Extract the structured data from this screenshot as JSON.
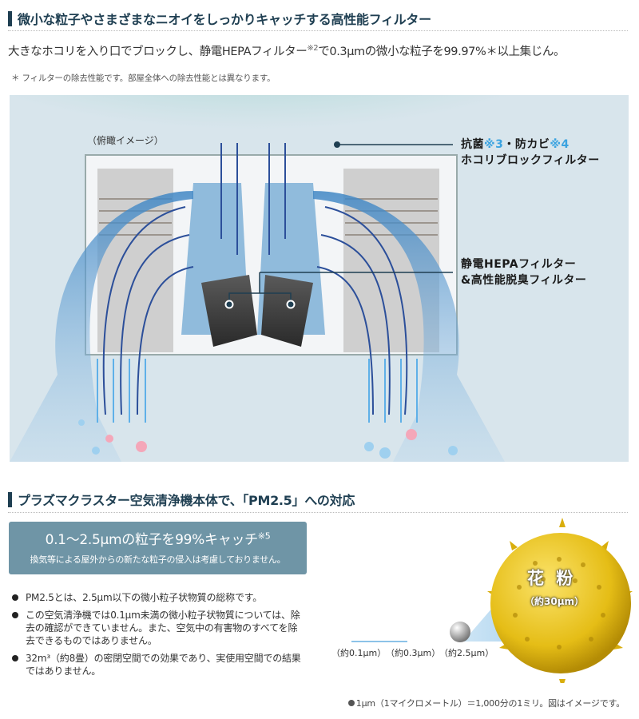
{
  "section1": {
    "heading": "微小な粒子やさまざまなニオイをしっかりキャッチする高性能フィルター",
    "lead_before": "大きなホコリを入り口でブロックし、静電HEPAフィルター",
    "lead_sup": "※2",
    "lead_after": "で0.3μmの微小な粒子を99.97%＊以上集じん。",
    "note": "＊ フィルターの除去性能です。部屋全体への除去性能とは異なります。",
    "diagram": {
      "caption": "（俯瞰イメージ）",
      "label_top_line1_a": "抗菌",
      "label_top_ref1": "※3",
      "label_top_line1_b": "・防カビ",
      "label_top_ref2": "※4",
      "label_top_line2": "ホコリブロックフィルター",
      "label_hepa_line1": "静電HEPAフィルター",
      "label_hepa_line2": "&高性能脱臭フィルター",
      "colors": {
        "background": "#d8e5ec",
        "airflow": "#4a90c8",
        "intake": "#5fbfb0",
        "filter": "#3a3a3a",
        "ref": "#3ba3e0"
      }
    }
  },
  "section2": {
    "heading": "プラズマクラスター空気清浄機本体で、「PM2.5」への対応",
    "banner": {
      "main": "0.1～2.5μmの粒子を99%キャッチ",
      "main_sup": "※5",
      "sub": "換気等による屋外からの新たな粒子の侵入は考慮しておりません。",
      "color": "#6f95a6"
    },
    "bullets": [
      "PM2.5とは、2.5μm以下の微小粒子状物質の総称です。",
      "この空気清浄機では0.1μm未満の微小粒子状物質については、除去の確認ができていません。また、空気中の有害物のすべてを除去できるものではありません。",
      "32m³（約8畳）の密閉空間での効果であり、実使用空間での結果ではありません。"
    ],
    "size_chart": {
      "labels": [
        "（約0.1μm）",
        "（約0.3μm）",
        "（約2.5μm）"
      ],
      "pollen_title": "花 粉",
      "pollen_size": "（約30μm）",
      "pollen_color": "#e8c21c"
    },
    "footnote": "1μm（1マイクロメートル）＝1,000分の1ミリ。図はイメージです。"
  }
}
